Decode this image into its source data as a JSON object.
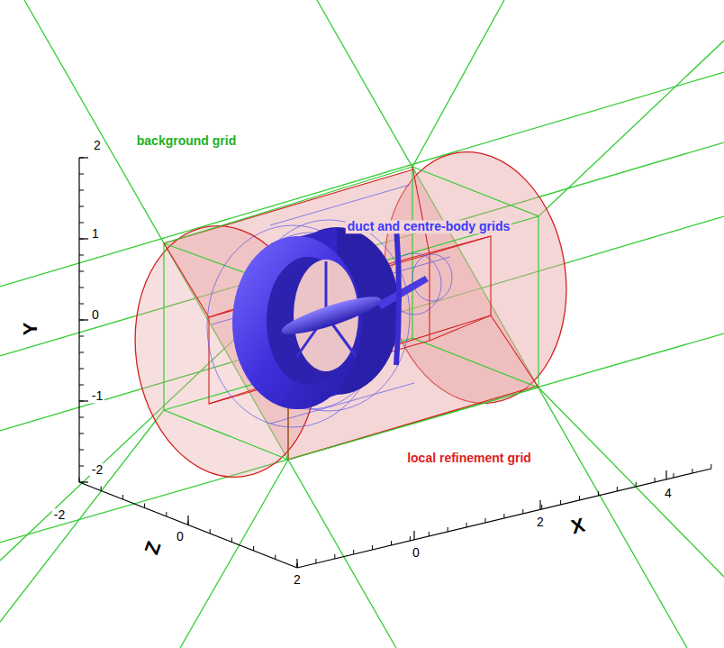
{
  "diagram": {
    "labels": [
      "background grid",
      "duct and centre-body grids",
      "local refinement grid",
      "Y",
      "2",
      "1",
      "0",
      "-1",
      "-2",
      "Z",
      "-2",
      "0",
      "2",
      "X",
      "0",
      "2",
      "4"
    ]
  }
}
